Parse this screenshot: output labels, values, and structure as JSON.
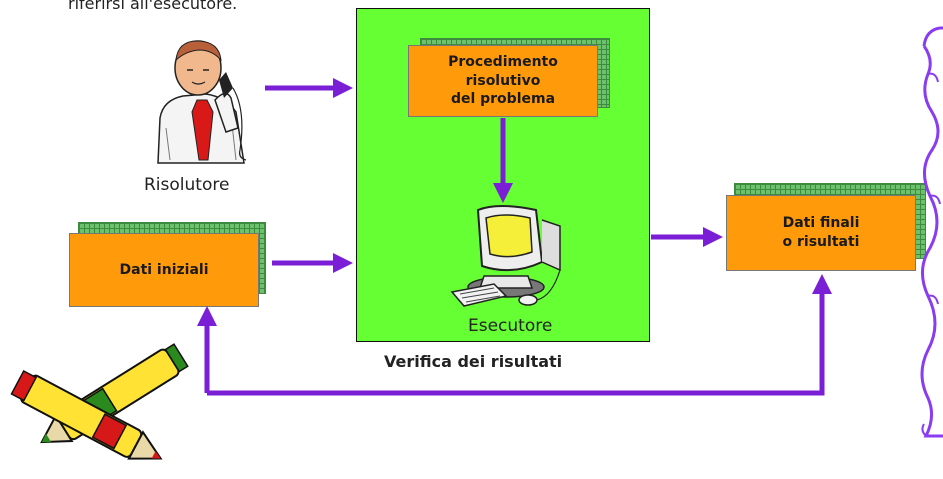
{
  "intro_text": "riferirsi all'esecutore.",
  "risolutore_label": "Risolutore",
  "esecutore_label": "Esecutore",
  "procedimento_text": "Procedimento\nrisolutivo\ndel problema",
  "dati_iniziali": "Dati iniziali",
  "dati_finali": "Dati finali\no risultati",
  "verifica_label": "Verifica dei risultati",
  "colors": {
    "panel_green": "#66ff33",
    "box_orange": "#ff9a0a",
    "arrow_purple": "#7a1fd6"
  },
  "icons": [
    "businessman-phone-icon",
    "computer-icon",
    "crayons-icon",
    "scroll-icon"
  ]
}
